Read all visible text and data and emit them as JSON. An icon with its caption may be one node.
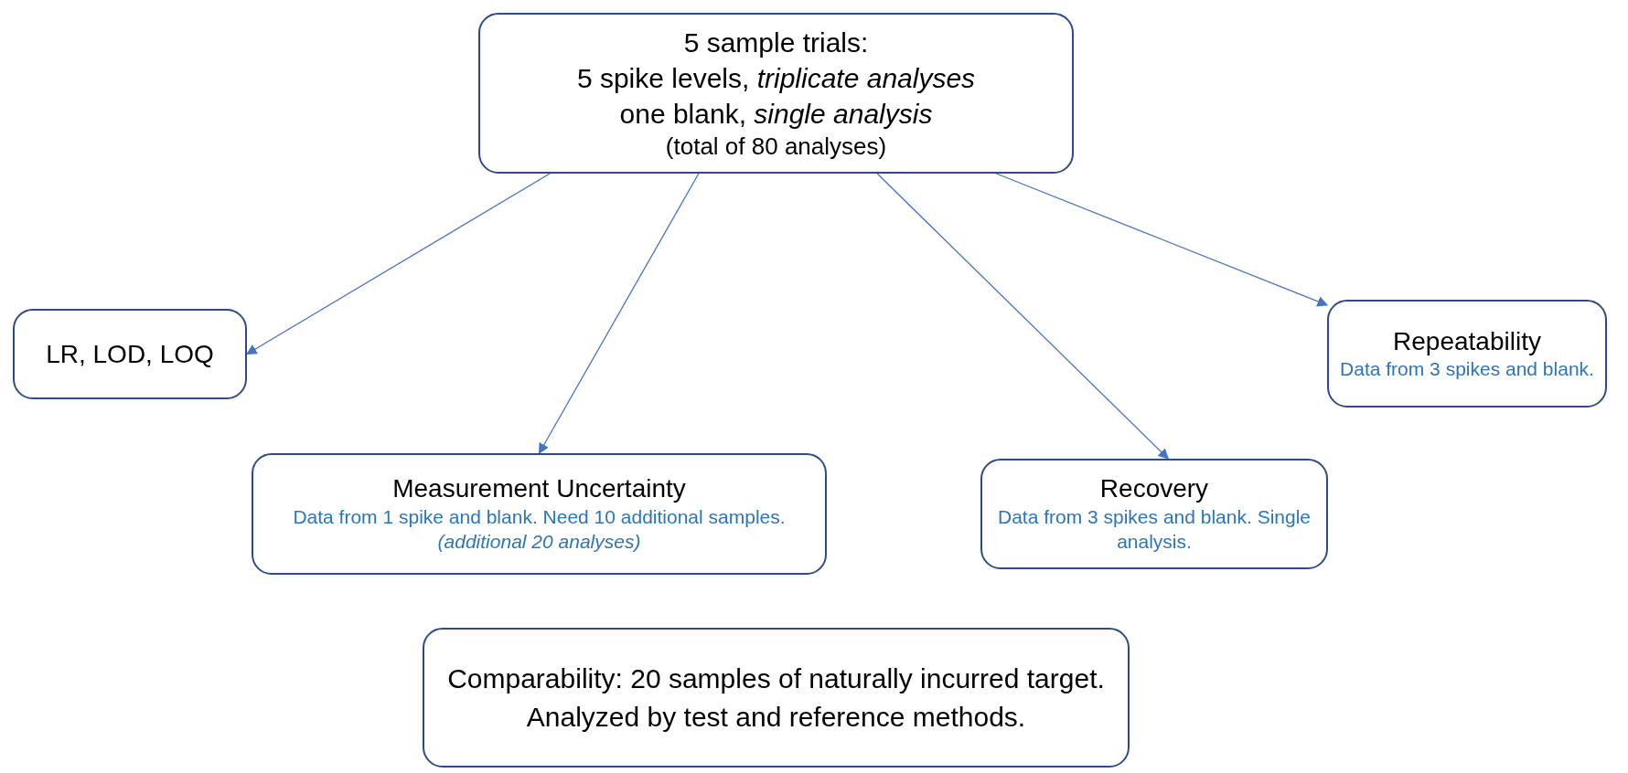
{
  "diagram": {
    "nodes": [
      {
        "text": [
          "5 sample trials:",
          "5 spike levels, *triplicate analyses*",
          "one blank, *single analysis*",
          "(total of 80 analyses)"
        ]
      },
      {
        "text": [
          "LR, LOD, LOQ"
        ]
      },
      {
        "text": [
          "Repeatability",
          "Data from 3 spikes and blank."
        ]
      },
      {
        "text": [
          "Measurement Uncertainty",
          "Data from 1 spike and blank. Need 10 additional samples.",
          "*(additional 20 analyses)*"
        ]
      },
      {
        "text": [
          "Recovery",
          "Data from 3 spikes and blank. Single analysis."
        ]
      },
      {
        "text": [
          "Comparability: 20 samples of naturally incurred target. Analyzed by test and reference methods."
        ]
      }
    ],
    "edges": [
      {
        "from": 0,
        "to": 1,
        "arrow": "to"
      },
      {
        "from": 0,
        "to": 3,
        "arrow": "to"
      },
      {
        "from": 0,
        "to": 4,
        "arrow": "to"
      },
      {
        "from": 0,
        "to": 2,
        "arrow": "to"
      }
    ]
  }
}
